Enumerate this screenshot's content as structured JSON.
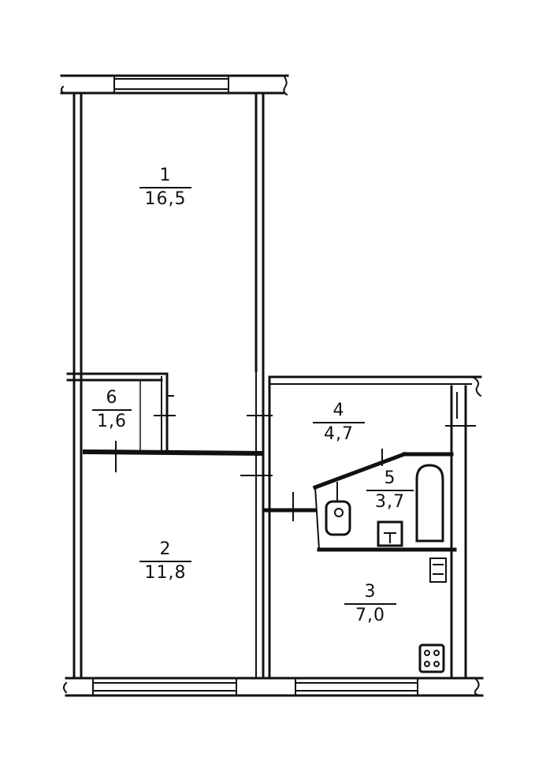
{
  "plan": {
    "rooms": [
      {
        "id": "1",
        "number": "1",
        "area": "16,5"
      },
      {
        "id": "2",
        "number": "2",
        "area": "11,8"
      },
      {
        "id": "3",
        "number": "3",
        "area": "7,0"
      },
      {
        "id": "4",
        "number": "4",
        "area": "4,7"
      },
      {
        "id": "5",
        "number": "5",
        "area": "3,7"
      },
      {
        "id": "6",
        "number": "6",
        "area": "1,6"
      }
    ],
    "colors": {
      "ink": "#111111",
      "paper": "#ffffff"
    },
    "fixtures": [
      "toilet-icon",
      "bathtub-icon",
      "sink-icon",
      "stove-icon",
      "window-icon",
      "door-icon"
    ]
  }
}
